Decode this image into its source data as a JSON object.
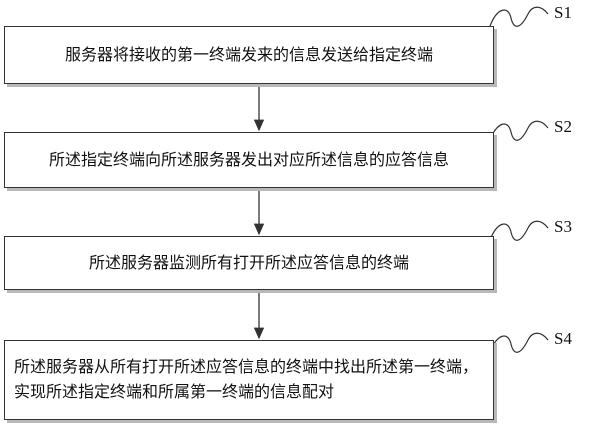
{
  "steps": [
    {
      "label": "S1",
      "text": "服务器将接收的第一终端发来的信息发送给指定终端"
    },
    {
      "label": "S2",
      "text": "所述指定终端向所述服务器发出对应所述信息的应答信息"
    },
    {
      "label": "S3",
      "text": "所述服务器监测所有打开所述应答信息的终端"
    },
    {
      "label": "S4",
      "text": "所述服务器从所有打开所述应答信息的终端中找出所述第一终端，实现所述指定终端和所属第一终端的信息配对"
    }
  ],
  "colors": {
    "border": "#333333",
    "shadow": "#b8b8b8",
    "text": "#111111"
  }
}
